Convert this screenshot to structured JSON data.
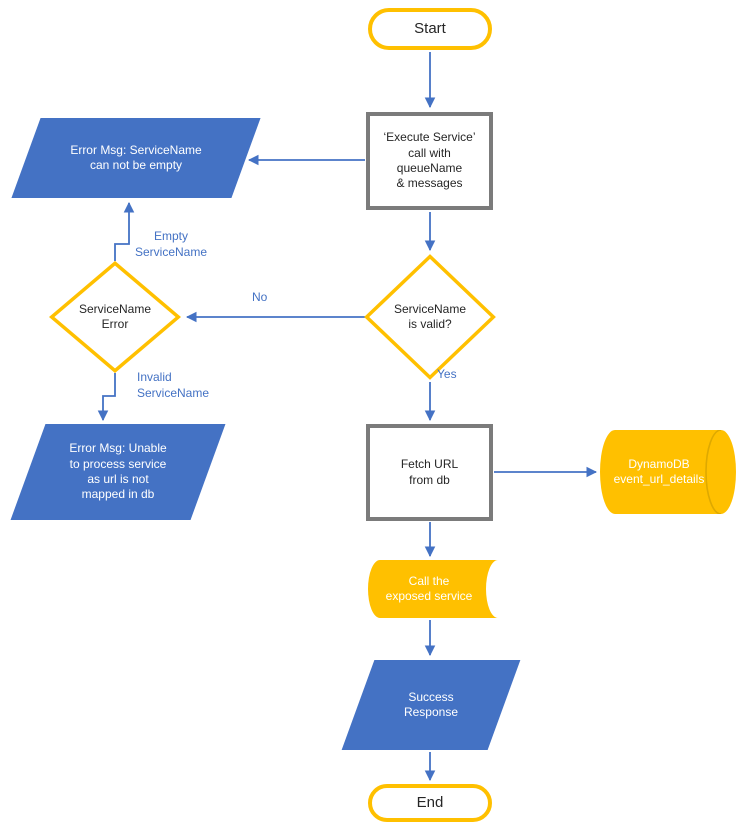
{
  "colors": {
    "accent_gold": "#FFC000",
    "accent_blue": "#4472C4",
    "process_border_gray": "#7B7B7B",
    "connector_blue": "#4472C4",
    "cylinder_seam": "#DEA900",
    "shape_text_dark": "#262626",
    "shape_text_light": "#FFFFFF"
  },
  "nodes": {
    "start": {
      "label": "Start"
    },
    "execute_service": {
      "label": "‘Execute Service’\ncall with\nqueueName\n& messages"
    },
    "error_empty": {
      "label": "Error Msg: ServiceName\ncan not be empty"
    },
    "valid_check": {
      "label": "ServiceName\nis valid?"
    },
    "servicename_error": {
      "label": "ServiceName\nError"
    },
    "error_invalid": {
      "label": "Error Msg: Unable\nto process service\nas url is not\nmapped in db"
    },
    "fetch_url": {
      "label": "Fetch URL\nfrom db"
    },
    "dynamodb": {
      "label": "DynamoDB\nevent_url_details"
    },
    "call_service": {
      "label": "Call the\nexposed service"
    },
    "success_response": {
      "label": "Success\nResponse"
    },
    "end": {
      "label": "End"
    }
  },
  "edges": {
    "no": "No",
    "yes": "Yes",
    "empty": "Empty ServiceName",
    "invalid": "Invalid ServiceName"
  }
}
